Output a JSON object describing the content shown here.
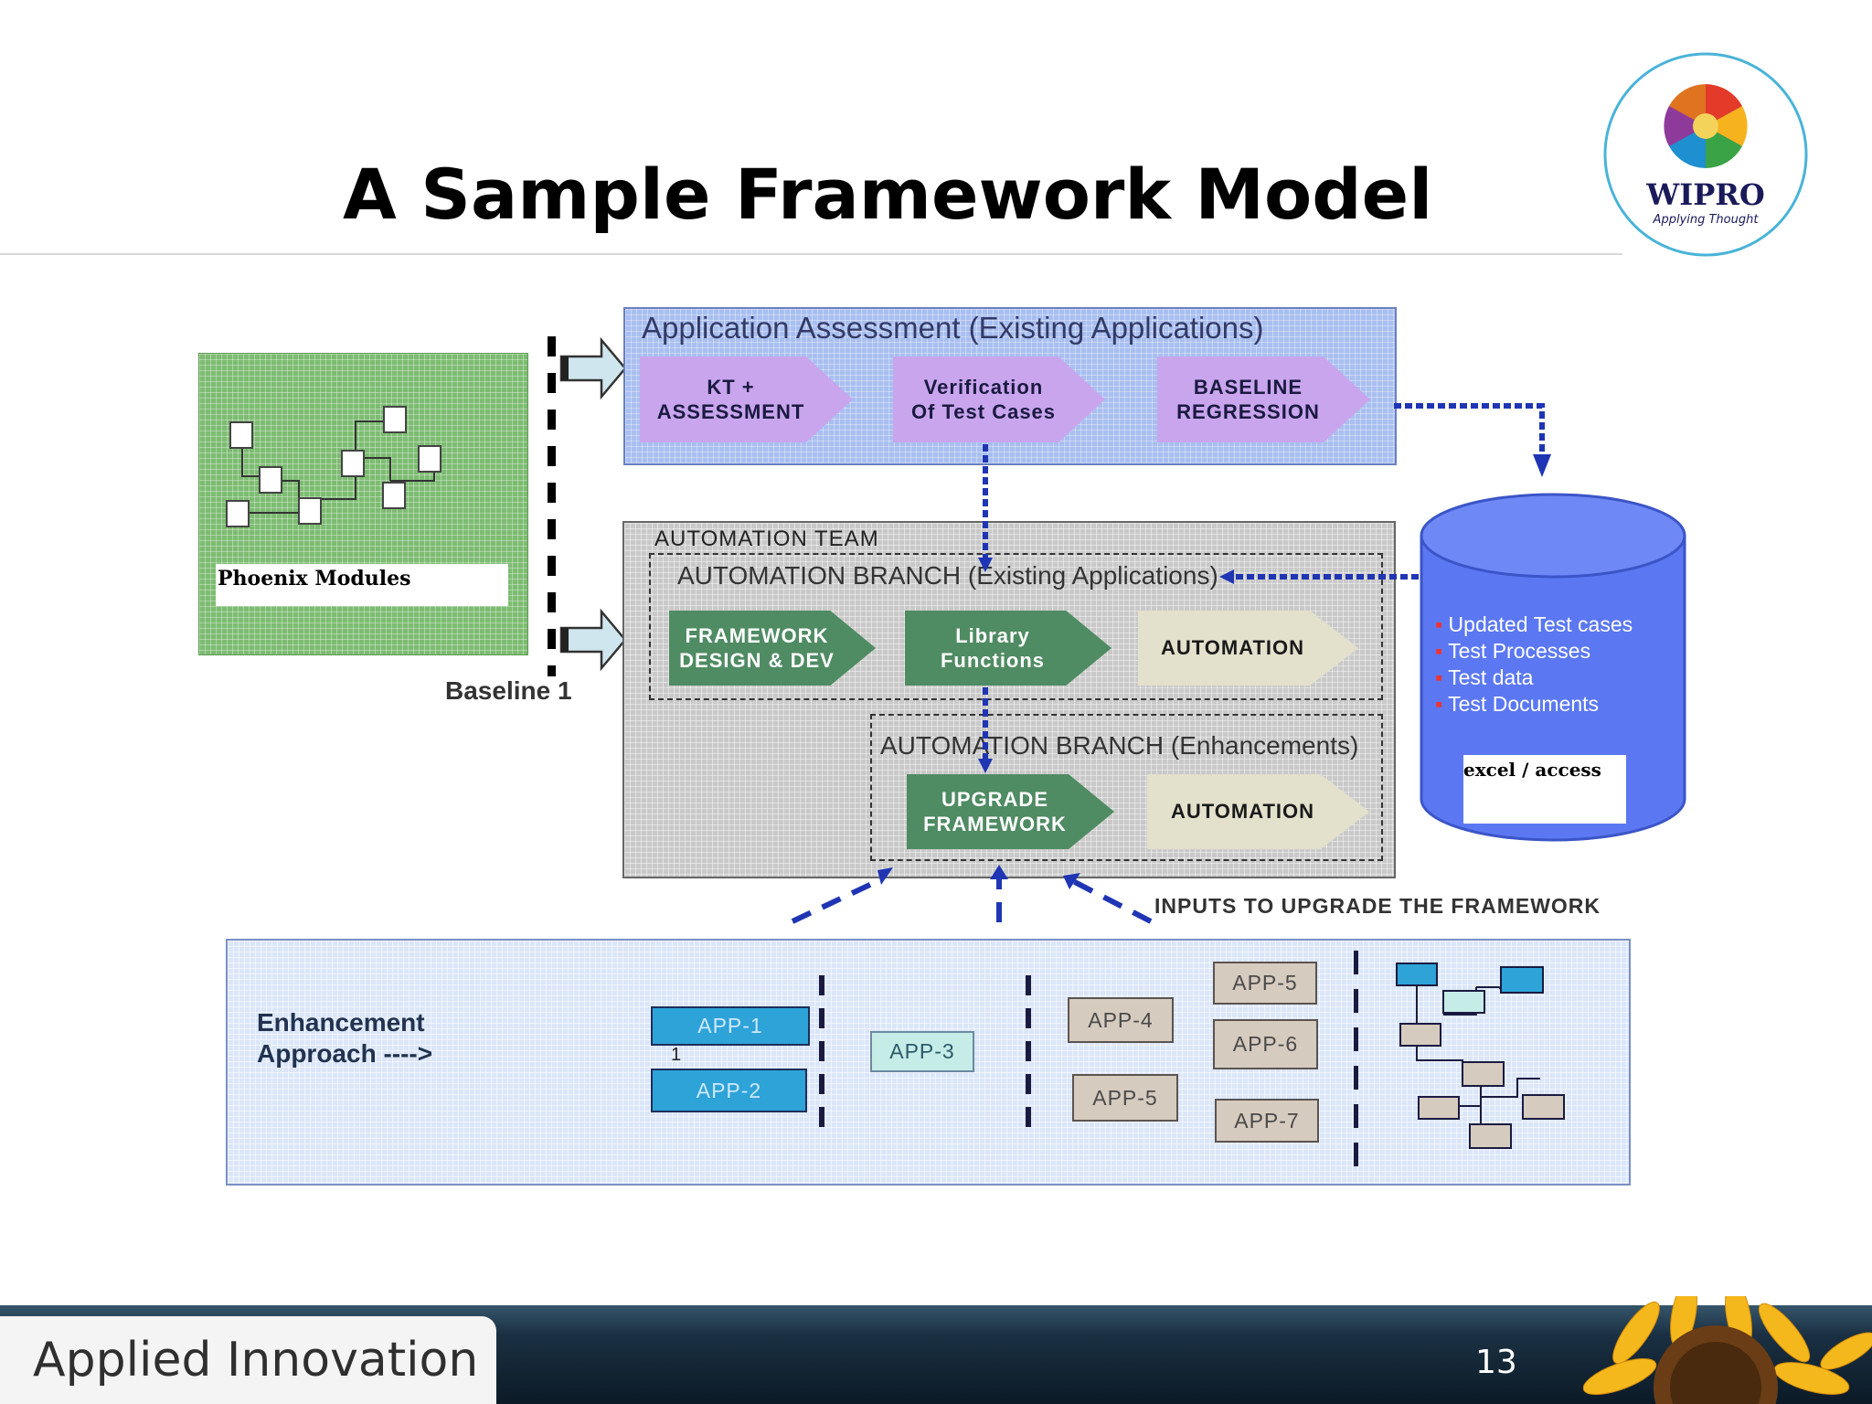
{
  "title": "A Sample Framework Model",
  "logo": {
    "name": "WIPRO",
    "tagline": "Applying Thought"
  },
  "phoenix": {
    "label": "Phoenix Modules"
  },
  "baseline": {
    "label": "Baseline 1"
  },
  "assessment": {
    "title": "Application Assessment (Existing Applications)",
    "steps": [
      "KT +\nASSESSMENT",
      "Verification\nOf Test Cases",
      "BASELINE\nREGRESSION"
    ]
  },
  "automation_team": {
    "title": "AUTOMATION TEAM",
    "existing_branch": {
      "title": "AUTOMATION BRANCH (Existing Applications)",
      "steps": [
        "FRAMEWORK\nDESIGN & DEV",
        "Library\nFunctions",
        "AUTOMATION"
      ]
    },
    "enhancement_branch": {
      "title": "AUTOMATION BRANCH (Enhancements)",
      "steps": [
        "UPGRADE\nFRAMEWORK",
        "AUTOMATION"
      ]
    }
  },
  "repository": {
    "items": [
      "Updated Test cases",
      "Test Processes",
      "Test data",
      "Test Documents"
    ],
    "storage": "excel / access"
  },
  "inputs_label": "INPUTS TO UPGRADE THE FRAMEWORK",
  "enhancement": {
    "label_line1": "Enhancement",
    "label_line2": "Approach ---->",
    "apps": [
      "APP-1",
      "APP-2",
      "APP-3",
      "APP-4",
      "APP-5",
      "APP-5",
      "APP-6",
      "APP-7"
    ],
    "app1_subscript": "1"
  },
  "footer": {
    "brand": "Applied Innovation",
    "page_number": "13"
  },
  "colors": {
    "assessment_bg": "#a9bff0",
    "phoenix_bg": "#7dbc72",
    "team_bg": "#c9c9c9",
    "arrow_blue": "#1f35b4"
  }
}
